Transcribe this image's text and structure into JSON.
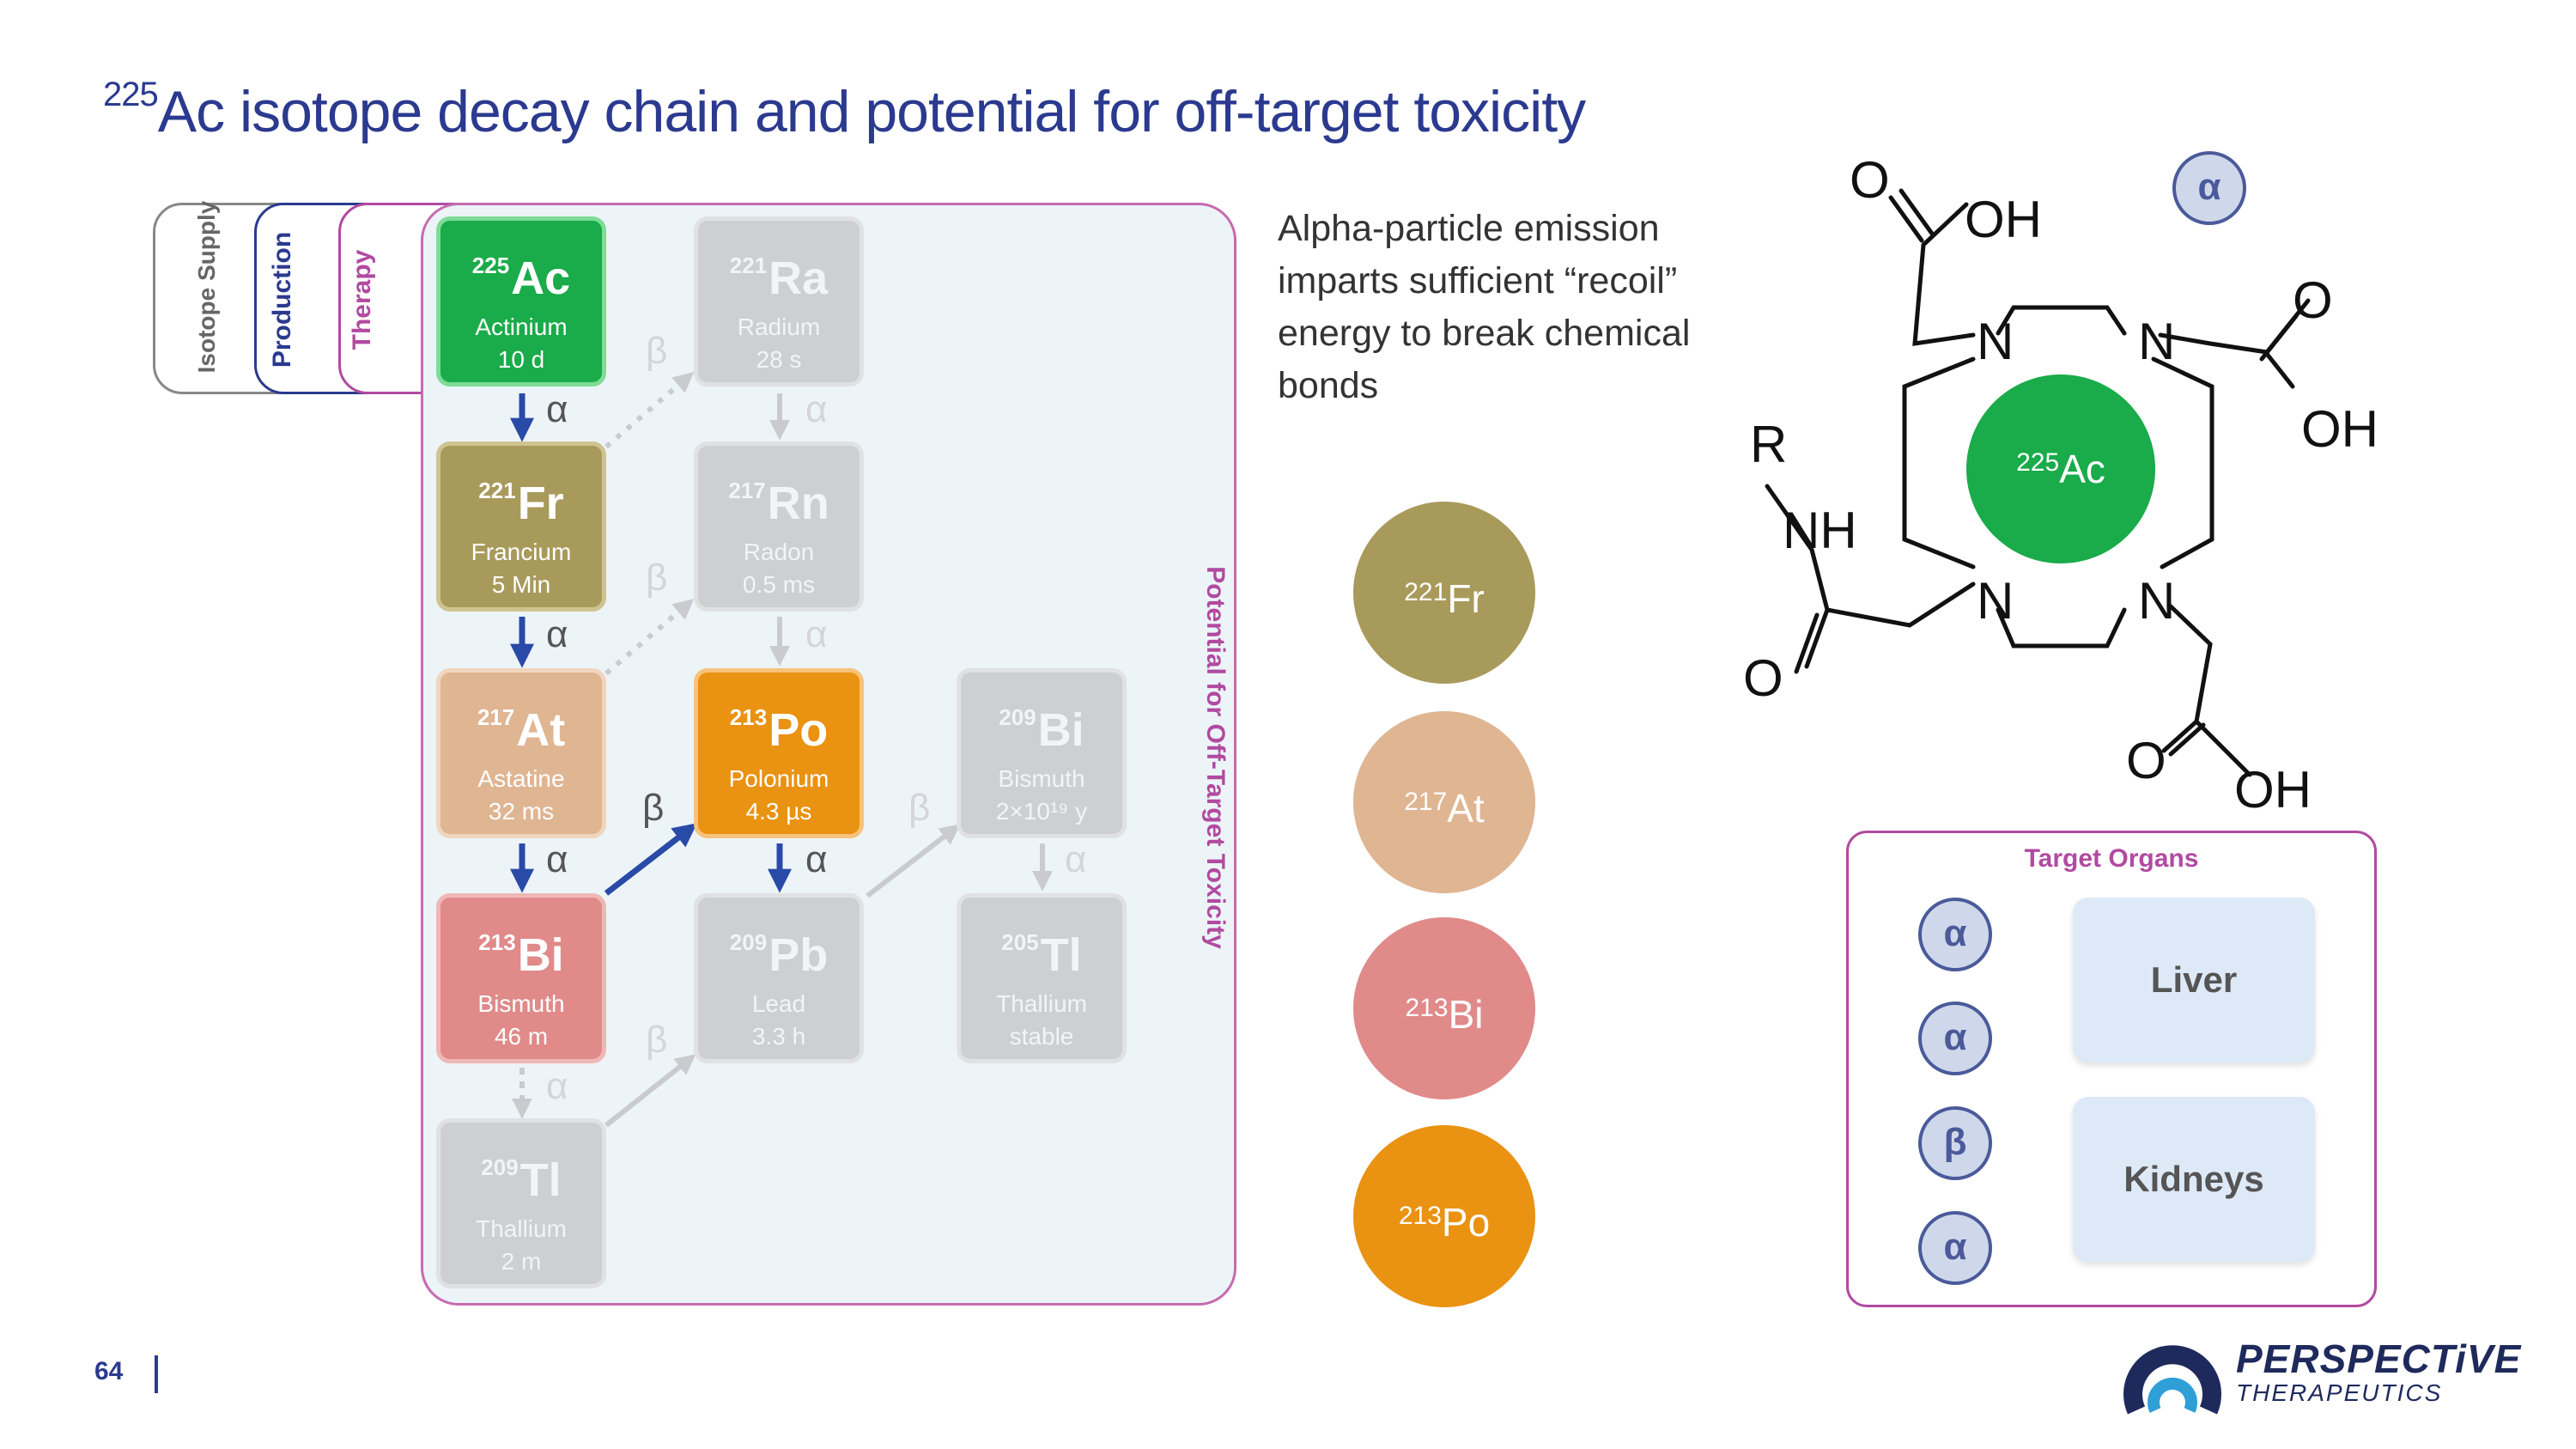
{
  "title": {
    "sup": "225",
    "text": "Ac isotope decay chain and potential for off-target toxicity"
  },
  "tabs": {
    "isotope_supply": "Isotope Supply",
    "production": "Production",
    "therapy": "Therapy"
  },
  "panel_label": "Potential for Off-Target Toxicity",
  "elements": {
    "ac225": {
      "mass": "225",
      "symbol": "Ac",
      "name": "Actinium",
      "halflife": "10 d",
      "color": "#1aab4a"
    },
    "fr221": {
      "mass": "221",
      "symbol": "Fr",
      "name": "Francium",
      "halflife": "5 Min",
      "color": "#a89a5b"
    },
    "at217": {
      "mass": "217",
      "symbol": "At",
      "name": "Astatine",
      "halflife": "32 ms",
      "color": "#dfb592"
    },
    "bi213": {
      "mass": "213",
      "symbol": "Bi",
      "name": "Bismuth",
      "halflife": "46 m",
      "color": "#e08a8a"
    },
    "tl209": {
      "mass": "209",
      "symbol": "Tl",
      "name": "Thallium",
      "halflife": "2 m"
    },
    "ra221": {
      "mass": "221",
      "symbol": "Ra",
      "name": "Radium",
      "halflife": "28 s"
    },
    "rn217": {
      "mass": "217",
      "symbol": "Rn",
      "name": "Radon",
      "halflife": "0.5 ms"
    },
    "po213": {
      "mass": "213",
      "symbol": "Po",
      "name": "Polonium",
      "halflife": "4.3 µs",
      "color": "#ea9211"
    },
    "pb209": {
      "mass": "209",
      "symbol": "Pb",
      "name": "Lead",
      "halflife": "3.3 h"
    },
    "bi209": {
      "mass": "209",
      "symbol": "Bi",
      "name": "Bismuth",
      "halflife": "2×10¹⁹ y"
    },
    "tl205": {
      "mass": "205",
      "symbol": "Tl",
      "name": "Thallium",
      "halflife": "stable"
    }
  },
  "decay_labels": {
    "alpha": "α",
    "beta": "β"
  },
  "description": "Alpha-particle emission imparts sufficient “recoil” energy to break chemical bonds",
  "legend_balls": [
    {
      "mass": "221",
      "symbol": "Fr",
      "color": "#a89a5b"
    },
    {
      "mass": "217",
      "symbol": "At",
      "color": "#dfb592"
    },
    {
      "mass": "213",
      "symbol": "Bi",
      "color": "#e08a8a"
    },
    {
      "mass": "213",
      "symbol": "Po",
      "color": "#ea9211"
    }
  ],
  "molecule": {
    "center": {
      "mass": "225",
      "symbol": "Ac",
      "color": "#1aab4a"
    },
    "atoms": {
      "o": "O",
      "oh": "OH",
      "n": "N",
      "nh": "NH",
      "r": "R"
    },
    "top_badge": "α"
  },
  "target_organs": {
    "title": "Target Organs",
    "organs": [
      "Liver",
      "Kidneys"
    ],
    "particles": [
      "α",
      "α",
      "β",
      "α"
    ]
  },
  "footer": {
    "page_number": "64",
    "logo_name": "PERSPECTiVE",
    "logo_sub": "THERAPEUTICS"
  }
}
